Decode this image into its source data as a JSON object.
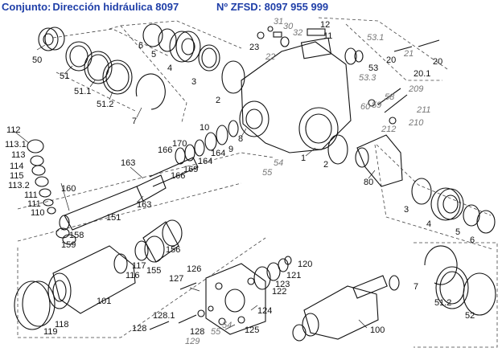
{
  "header": {
    "title_prefix": "Conjunto:",
    "title_name": "Dirección hidráulica 8097",
    "zfsd_label": "Nº ZFSD: 8097 955 999"
  },
  "labels": {
    "l50": "50",
    "l51": "51",
    "l51_1": "51.1",
    "l51_2": "51.2",
    "l7a": "7",
    "l6a": "6",
    "l5a": "5",
    "l4a": "4",
    "l3a": "3",
    "l2a": "2",
    "l31": "31",
    "l30": "30",
    "l32": "32",
    "l23": "23",
    "l22": "22",
    "l12": "12",
    "l11": "11",
    "l53": "53",
    "l53_1": "53.1",
    "l53_3": "53.3",
    "l20a": "20",
    "l21": "21",
    "l20b": "20",
    "l20_1": "20.1",
    "l209": "209",
    "l60": "60",
    "l59": "59",
    "l58": "58",
    "l211": "211",
    "l210": "210",
    "l212": "212",
    "l112": "112",
    "l113_1": "113.1",
    "l113": "113",
    "l114": "114",
    "l115": "115",
    "l113_2": "113.2",
    "l111a": "111",
    "l111b": "111",
    "l110": "110",
    "l160": "160",
    "l158": "158",
    "l159": "159",
    "l151": "151",
    "l163a": "163",
    "l163b": "163",
    "l166a": "166",
    "l166b": "166",
    "l170": "170",
    "l169": "169",
    "l164a": "164",
    "l164b": "164",
    "l10": "10",
    "l9": "9",
    "l8": "8",
    "l1": "1",
    "l54a": "54",
    "l55a": "55",
    "l2b": "2",
    "l80": "80",
    "l3b": "3",
    "l4b": "4",
    "l5b": "5",
    "l6b": "6",
    "l155": "155",
    "l156": "156",
    "l117": "117",
    "l116": "116",
    "l101": "101",
    "l118": "118",
    "l119": "119",
    "l126": "126",
    "l127": "127",
    "l128_1": "128.1",
    "l128a": "128",
    "l128b": "128",
    "l129": "129",
    "l55b": "55",
    "l54b": "54",
    "l125": "125",
    "l124": "124",
    "l122": "122",
    "l123": "123",
    "l121": "121",
    "l120": "120",
    "l100": "100",
    "l7b": "7",
    "l51_2b": "51.2",
    "l52": "52"
  }
}
